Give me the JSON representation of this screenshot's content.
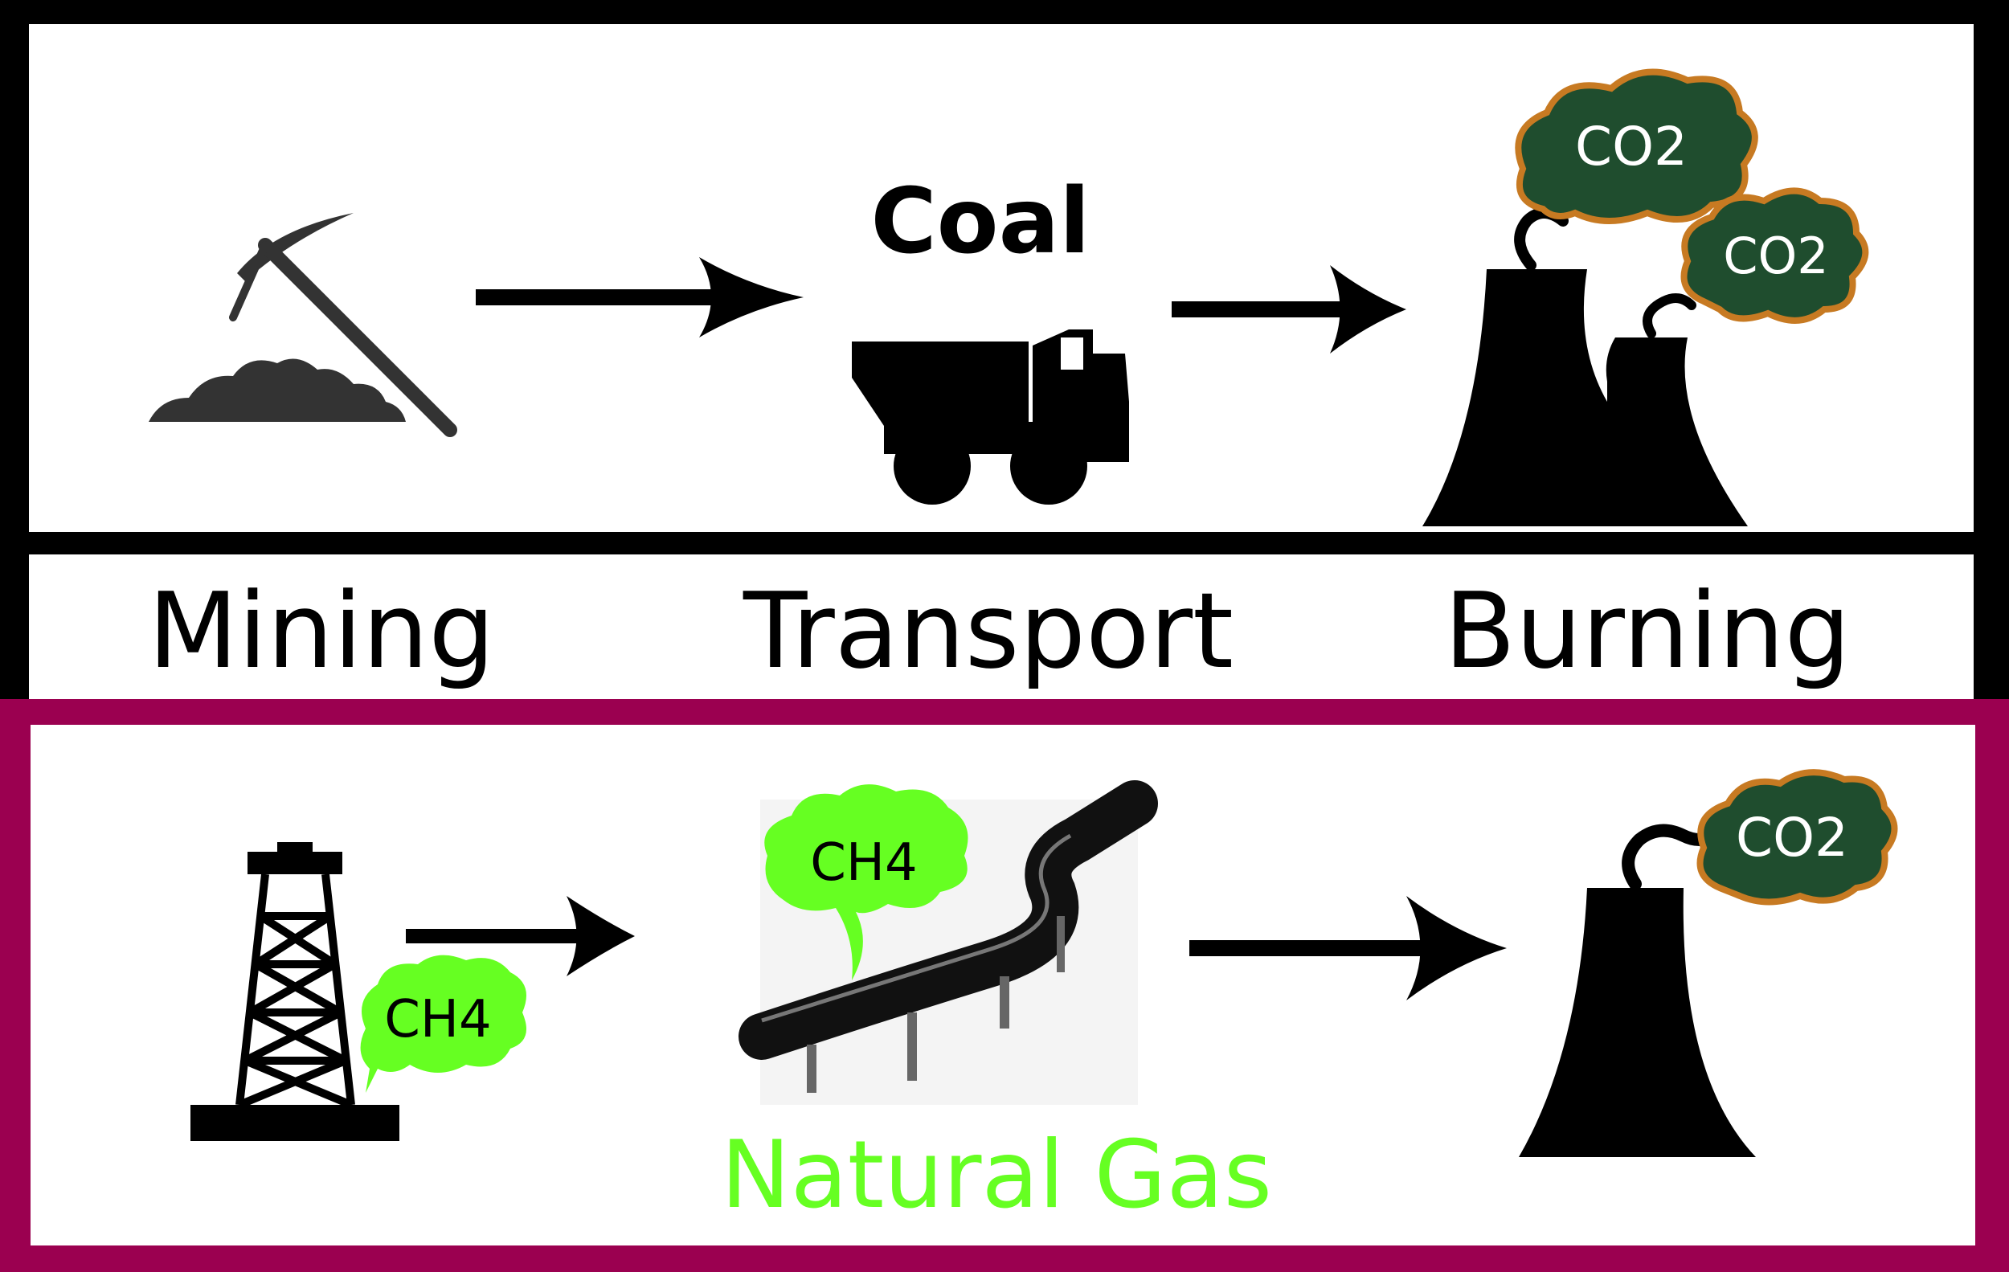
{
  "coal_section": {
    "title": "Coal",
    "stages": [
      {
        "label": "Mining",
        "icon": "pickaxe-icon"
      },
      {
        "label": "Transport",
        "icon": "dump-truck-icon"
      },
      {
        "label": "Burning",
        "icon": "power-plant-icon"
      }
    ],
    "emissions": [
      "CO2",
      "CO2"
    ]
  },
  "gas_section": {
    "title": "Natural Gas",
    "stages": [
      {
        "icon": "oil-derrick-icon",
        "emission": "CH4"
      },
      {
        "icon": "pipeline-icon",
        "emission": "CH4"
      },
      {
        "icon": "power-plant-icon",
        "emission": "CO2"
      }
    ]
  },
  "colors": {
    "frame": "#000000",
    "gas_border": "#9b0050",
    "co2_cloud": "#1f4d2e",
    "co2_cloud_edge": "#c77a22",
    "ch4_cloud": "#66ff22",
    "gas_title": "#66ff22"
  }
}
